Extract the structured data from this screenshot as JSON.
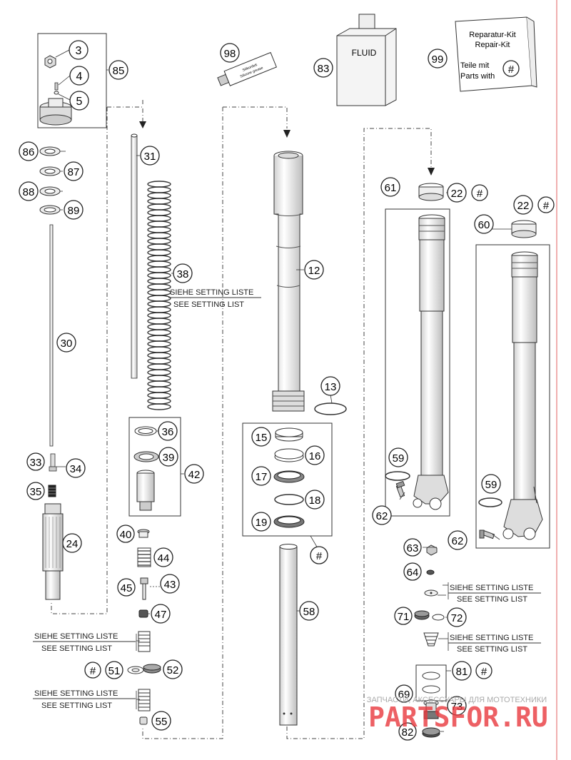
{
  "callouts": {
    "c3": "3",
    "c4": "4",
    "c5": "5",
    "c85": "85",
    "c86": "86",
    "c87": "87",
    "c88": "88",
    "c89": "89",
    "c30": "30",
    "c33": "33",
    "c34": "34",
    "c35": "35",
    "c24": "24",
    "c31": "31",
    "c38": "38",
    "c36": "36",
    "c39": "39",
    "c42": "42",
    "c40": "40",
    "c44": "44",
    "c45": "45",
    "c43": "43",
    "c47": "47",
    "c51": "51",
    "c52": "52",
    "c55": "55",
    "c98": "98",
    "c83": "83",
    "c12": "12",
    "c13": "13",
    "c15": "15",
    "c16": "16",
    "c17": "17",
    "c18": "18",
    "c19": "19",
    "c58": "58",
    "c99": "99",
    "c61": "61",
    "c22a": "22",
    "c22b": "22",
    "c60": "60",
    "c59a": "59",
    "c59b": "59",
    "c62a": "62",
    "c62b": "62",
    "c63": "63",
    "c64": "64",
    "c71": "71",
    "c72": "72",
    "c81": "81",
    "c69": "69",
    "c73": "73",
    "c82": "82"
  },
  "hash": "#",
  "labels": {
    "setting_de": "SIEHE SETTING LISTE",
    "setting_en": "SEE SETTING LIST",
    "fluid": "FLUID",
    "repair_kit_de": "Reparatur-Kit",
    "repair_kit_en": "Repair-Kit",
    "teile_mit": "Teile mit",
    "parts_with": "Parts with",
    "tube_text_1": "Silikonfett",
    "tube_text_2": "Silicone grease"
  },
  "watermark": {
    "subtitle": "ЗАПЧАСТИ, АКСЕССУАРЫ ДЛЯ МОТОТЕХНИКИ",
    "brand": "PARTSFOR.RU",
    "brand_color": "#e8383d"
  },
  "colors": {
    "line": "#2b2b2b",
    "part_fill": "#ffffff",
    "part_shade": "#e4e4e4",
    "border_red": "#e06060"
  }
}
